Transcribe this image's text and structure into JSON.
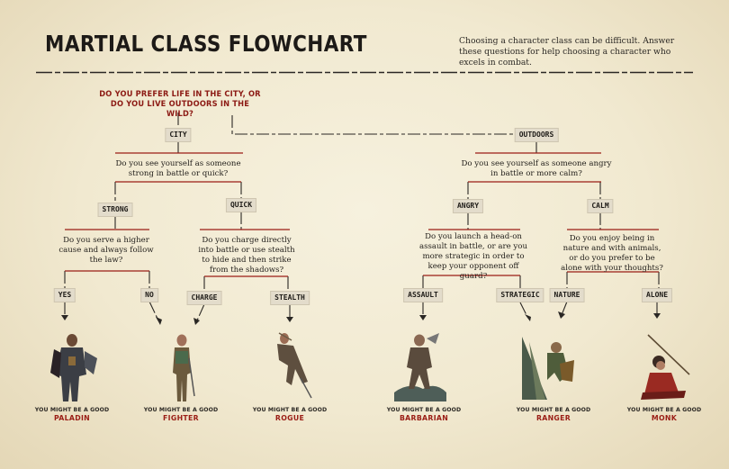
{
  "header": {
    "title": "MARTIAL CLASS FLOWCHART",
    "intro": "Choosing a character class can be difficult. Answer these questions for help choosing a character who excels in combat."
  },
  "root": {
    "question": "DO YOU PREFER LIFE IN THE CITY, OR DO YOU LIVE OUTDOORS IN THE WILD?",
    "city_label": "CITY",
    "outdoors_label": "OUTDOORS"
  },
  "city": {
    "question": "Do you see yourself as someone strong in battle or quick?",
    "strong_label": "STRONG",
    "quick_label": "QUICK",
    "strong": {
      "question": "Do you serve a higher cause and always follow the law?",
      "yes_label": "YES",
      "no_label": "NO"
    },
    "quick": {
      "question": "Do you charge directly into battle or use stealth to hide and then strike from the shadows?",
      "charge_label": "CHARGE",
      "stealth_label": "STEALTH"
    }
  },
  "outdoors": {
    "question": "Do you see yourself as someone angry in battle or more calm?",
    "angry_label": "ANGRY",
    "calm_label": "CALM",
    "angry": {
      "question": "Do you launch a head-on assault in battle, or are you more strategic in order to keep your opponent off guard?",
      "assault_label": "ASSAULT",
      "strategic_label": "STRATEGIC"
    },
    "calm": {
      "question": "Do you enjoy being in nature and with animals, or do you prefer to be alone with your thoughts?",
      "nature_label": "NATURE",
      "alone_label": "ALONE"
    }
  },
  "results": {
    "prefix": "YOU MIGHT BE A GOOD",
    "paladin": "PALADIN",
    "fighter": "FIGHTER",
    "rogue": "ROGUE",
    "barbarian": "BARBARIAN",
    "ranger": "RANGER",
    "monk": "MONK"
  },
  "colors": {
    "accent_red": "#9a1d15",
    "connector": "#2a2724",
    "parchment": "#f1e9d0"
  }
}
